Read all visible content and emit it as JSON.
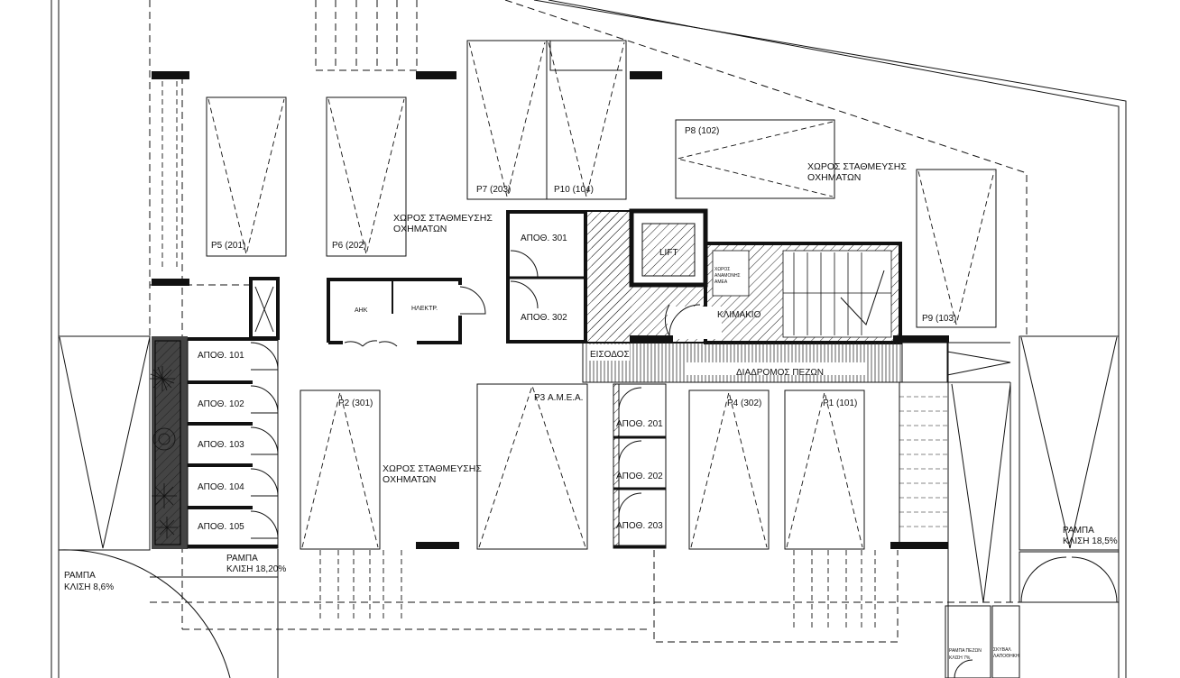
{
  "plan": {
    "parking_areas": [
      {
        "id": "north",
        "line1": "ΧΩΡΟΣ ΣΤΑΘΜΕΥΣΗΣ",
        "line2": "ΟΧΗΜΑΤΩΝ"
      },
      {
        "id": "east",
        "line1": "ΧΩΡΟΣ ΣΤΑΘΜΕΥΣΗΣ",
        "line2": "ΟΧΗΜΑΤΩΝ"
      },
      {
        "id": "south",
        "line1": "ΧΩΡΟΣ ΣΤΑΘΜΕΥΣΗΣ",
        "line2": "ΟΧΗΜΑΤΩΝ"
      }
    ],
    "spaces": {
      "p1": "P1 (101)",
      "p2": "P2 (301)",
      "p3": "P3 Α.Μ.Ε.Α.",
      "p4": "P4 (302)",
      "p5": "P5 (201)",
      "p6": "P6 (202)",
      "p7": "P7 (203)",
      "p8": "P8 (102)",
      "p9": "P9 (103)",
      "p10": "P10 (104)"
    },
    "storage": {
      "s101": "ΑΠΟΘ. 101",
      "s102": "ΑΠΟΘ. 102",
      "s103": "ΑΠΟΘ. 103",
      "s104": "ΑΠΟΘ. 104",
      "s105": "ΑΠΟΘ. 105",
      "s201": "ΑΠΟΘ. 201",
      "s202": "ΑΠΟΘ. 202",
      "s203": "ΑΠΟΘ. 203",
      "s301": "ΑΠΟΘ. 301",
      "s302": "ΑΠΟΘ. 302"
    },
    "rooms": {
      "ahk": "ΑΗΚ",
      "ilektr": "ΗΛΕΚΤΡ.",
      "lift": "LIFT",
      "stair": "ΚΛΙΜΑΚΙΟ",
      "entrance": "ΕΙΣΟΔΟΣ",
      "walkway": "ΔΙΑΔΡΟΜΟΣ ΠΕΖΩΝ",
      "small_note": [
        "ΧΩΡΟΣ",
        "ΑΝΑΜΟΝΗΣ",
        "ΑΜΕΑ"
      ],
      "skyvala": [
        "ΣΚΥΒΑΛ",
        "ΛΑΠΟΘΗΚΗ"
      ]
    },
    "ramps": [
      {
        "id": "left",
        "line1": "ΡΑΜΠΑ",
        "line2": "ΚΛΙΣΗ 8,6%"
      },
      {
        "id": "middle",
        "line1": "ΡΑΜΠΑ",
        "line2": "ΚΛΙΣΗ 18,20%"
      },
      {
        "id": "right",
        "line1": "ΡΑΜΠΑ",
        "line2": "ΚΛΙΣΗ 18,5%"
      },
      {
        "id": "pedestrian",
        "line1": "ΡΑΜΠΑ ΠΕΖΩΝ",
        "line2": "ΚΛΙΣΗ 7%"
      }
    ]
  }
}
